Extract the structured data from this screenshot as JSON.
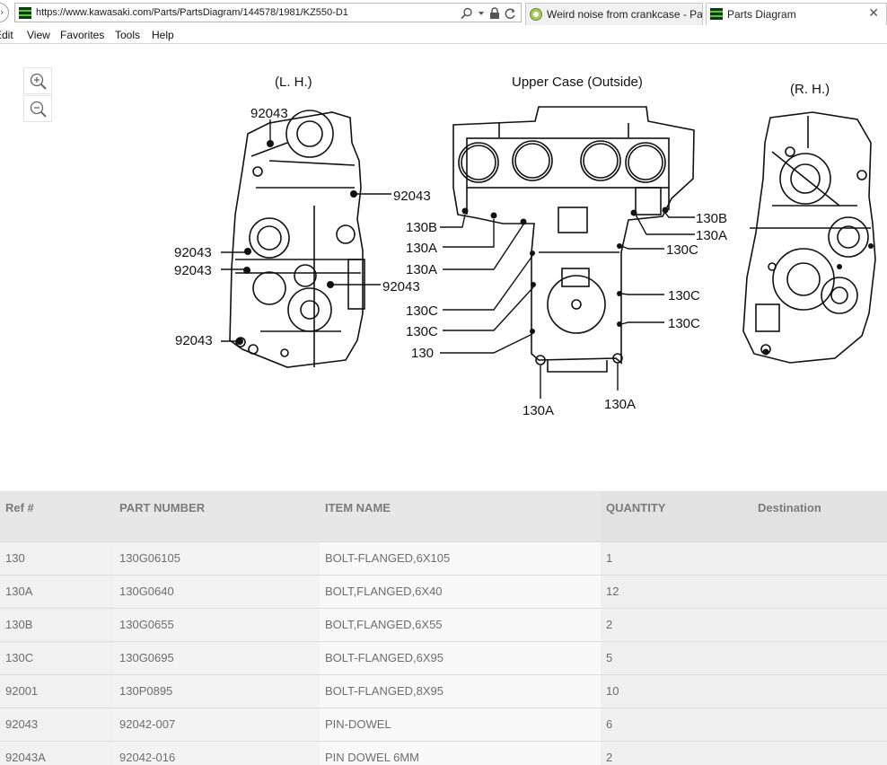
{
  "browser": {
    "url": "https://www.kawasaki.com/Parts/PartsDiagram/144578/1981/KZ550-D1",
    "tabs": [
      {
        "label": "Weird noise from crankcase - Pag...",
        "active": false
      },
      {
        "label": "Parts Diagram",
        "active": true
      }
    ],
    "menu": [
      "Edit",
      "View",
      "Favorites",
      "Tools",
      "Help"
    ]
  },
  "diagram": {
    "zoom_in_icon": "zoom-in-icon",
    "zoom_out_icon": "zoom-out-icon",
    "headings": {
      "left": "(L. H.)",
      "center": "Upper Case (Outside)",
      "right": "(R. H.)"
    },
    "callouts": {
      "lh": [
        "92043",
        "92043",
        "92043",
        "92043",
        "92043",
        "92043"
      ],
      "center": [
        "130B",
        "130A",
        "130A",
        "130C",
        "130C",
        "130",
        "130B",
        "130A",
        "130C",
        "130C",
        "130C",
        "130A",
        "130A"
      ]
    }
  },
  "table": {
    "headers": [
      "Ref #",
      "PART NUMBER",
      "ITEM NAME",
      "QUANTITY",
      "Destination"
    ],
    "rows": [
      [
        "130",
        "130G06105",
        "BOLT-FLANGED,6X105",
        "1",
        ""
      ],
      [
        "130A",
        "130G0640",
        "BOLT,FLANGED,6X40",
        "12",
        ""
      ],
      [
        "130B",
        "130G0655",
        "BOLT,FLANGED,6X55",
        "2",
        ""
      ],
      [
        "130C",
        "130G0695",
        "BOLT-FLANGED,6X95",
        "5",
        ""
      ],
      [
        "92001",
        "130P0895",
        "BOLT-FLANGED,8X95",
        "10",
        ""
      ],
      [
        "92043",
        "92042-007",
        "PIN-DOWEL",
        "6",
        ""
      ],
      [
        "92043A",
        "92042-016",
        "PIN DOWEL 6MM",
        "2",
        ""
      ]
    ]
  }
}
